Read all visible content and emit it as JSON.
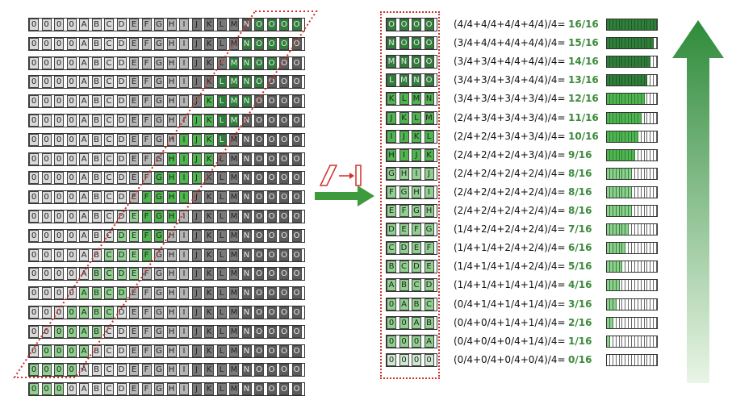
{
  "rows": [
    "0000ABCDEFGHIJKLMNOOOO",
    "0000ABCDEFGHIJKLMNOOOO",
    "0000ABCDEFGHIJKLMNOOOO",
    "0000ABCDEFGHIJKLMNOOOO",
    "0000ABCDEFGHIJKLMNOOOO",
    "0000ABCDEFGHIJKLMNOOOO",
    "0000ABCDEFGHIJKLMNOOOO",
    "0000ABCDEFGHIJKLMNOOOO",
    "0000ABCDEFGHIJKLMNOOOO",
    "0000ABCDEFGHIJKLMNOOOO",
    "0000ABCDEFGHIJKLMNOOOO",
    "0000ABCDEFGHIJKLMNOOOO",
    "0000ABCDEFGHIJKLMNOOOO",
    "0000ABCDEFGHIJKLMNOOOO",
    "0000ABCDEFGHIJKLMNOOOO",
    "0000ABCDEFGHIJKLMNOOOO",
    "0000ABCDEFGHIJKLMNOOOO",
    "0000ABCDEFGHIJKLMNOOOO",
    "0000ABCDEFGHIJKLMNOOOO",
    "0000ABCDEFGHIJKLMNOOOO"
  ],
  "windows": [
    "OOOO",
    "NOOO",
    "MNOO",
    "LMNO",
    "KLMN",
    "JKLM",
    "IJKL",
    "HIJK",
    "GHIJ",
    "FGHI",
    "EFGH",
    "DEFG",
    "CDEF",
    "BCDE",
    "ABCD",
    "0ABC",
    "00AB",
    "000A",
    "0000"
  ],
  "formulas": [
    "(4/4+4/4+4/4+4/4)/4=",
    "(3/4+4/4+4/4+4/4)/4=",
    "(3/4+3/4+4/4+4/4)/4=",
    "(3/4+3/4+3/4+4/4)/4=",
    "(3/4+3/4+3/4+3/4)/4=",
    "(2/4+3/4+3/4+3/4)/4=",
    "(2/4+2/4+3/4+3/4)/4=",
    "(2/4+2/4+2/4+3/4)/4=",
    "(2/4+2/4+2/4+2/4)/4=",
    "(2/4+2/4+2/4+2/4)/4=",
    "(2/4+2/4+2/4+2/4)/4=",
    "(1/4+2/4+2/4+2/4)/4=",
    "(1/4+1/4+2/4+2/4)/4=",
    "(1/4+1/4+1/4+2/4)/4=",
    "(1/4+1/4+1/4+1/4)/4=",
    "(0/4+1/4+1/4+1/4)/4=",
    "(0/4+0/4+1/4+1/4)/4=",
    "(0/4+0/4+0/4+1/4)/4=",
    "(0/4+0/4+0/4+0/4)/4="
  ],
  "fractions": [
    "16/16",
    "15/16",
    "14/16",
    "13/16",
    "12/16",
    "11/16",
    "10/16",
    "9/16",
    "8/16",
    "8/16",
    "8/16",
    "7/16",
    "6/16",
    "5/16",
    "4/16",
    "3/16",
    "2/16",
    "1/16",
    "0/16"
  ],
  "levels": [
    16,
    15,
    14,
    13,
    12,
    11,
    10,
    9,
    8,
    8,
    8,
    7,
    6,
    5,
    4,
    3,
    2,
    1,
    0
  ],
  "colors": {
    "gray_light": "#d9d9d9",
    "gray_mid": "#b5b5b5",
    "gray_dark": "#7a7a7a",
    "gray_darker": "#5b5b5b",
    "green_light": "#8fd08f",
    "green_mid": "#4fb64f",
    "green_dark": "#2f7f3a",
    "red_dotted": "#d0302a",
    "arrow_green": "#3d9a3d"
  }
}
